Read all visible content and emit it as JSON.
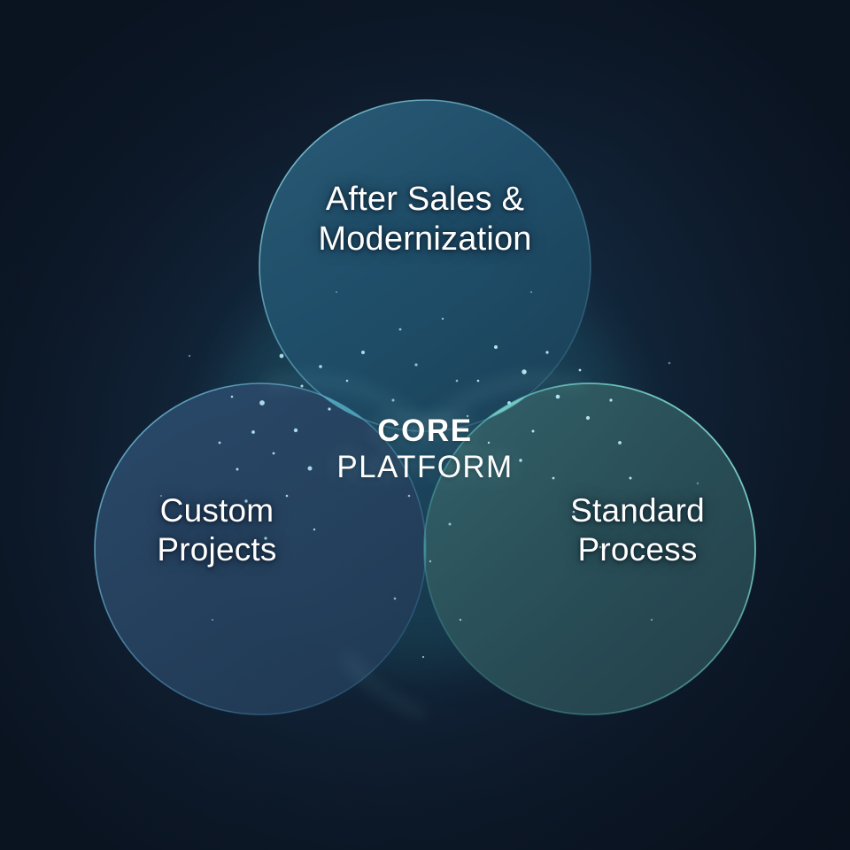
{
  "diagram": {
    "type": "venn-3-circle",
    "title_center": {
      "line1": "CORE",
      "line2": "PLATFORM"
    },
    "circles": [
      {
        "id": "after-sales",
        "position": "top",
        "label_line1": "After Sales &",
        "label_line2": "Modernization",
        "fill": "#1e4a63",
        "rim": "#7fd6e8"
      },
      {
        "id": "custom-projects",
        "position": "left",
        "label_line1": "Custom",
        "label_line2": "Projects",
        "fill": "#24405e",
        "rim": "#6fc2e6"
      },
      {
        "id": "standard-process",
        "position": "right",
        "label_line1": "Standard",
        "label_line2": "Process",
        "fill": "#2a4d56",
        "rim": "#76dcd8"
      }
    ],
    "overlaps": {
      "top_left": "#3a9eb0",
      "top_right": "#5fc4b8",
      "bottom": "#2d7b80",
      "center": "#8ad9cf"
    },
    "colors": {
      "background_dark": "#0b1522",
      "background_glow": "#16304a",
      "text": "#ffffff",
      "accent_cyan": "#7fe3de"
    }
  },
  "chart_data": {
    "type": "venn",
    "title": "Core Platform",
    "sets": [
      {
        "name": "After Sales & Modernization",
        "position": "top"
      },
      {
        "name": "Custom Projects",
        "position": "left"
      },
      {
        "name": "Standard Process",
        "position": "right"
      }
    ],
    "intersection_all": "CORE PLATFORM",
    "legend": "none",
    "grid": false
  }
}
